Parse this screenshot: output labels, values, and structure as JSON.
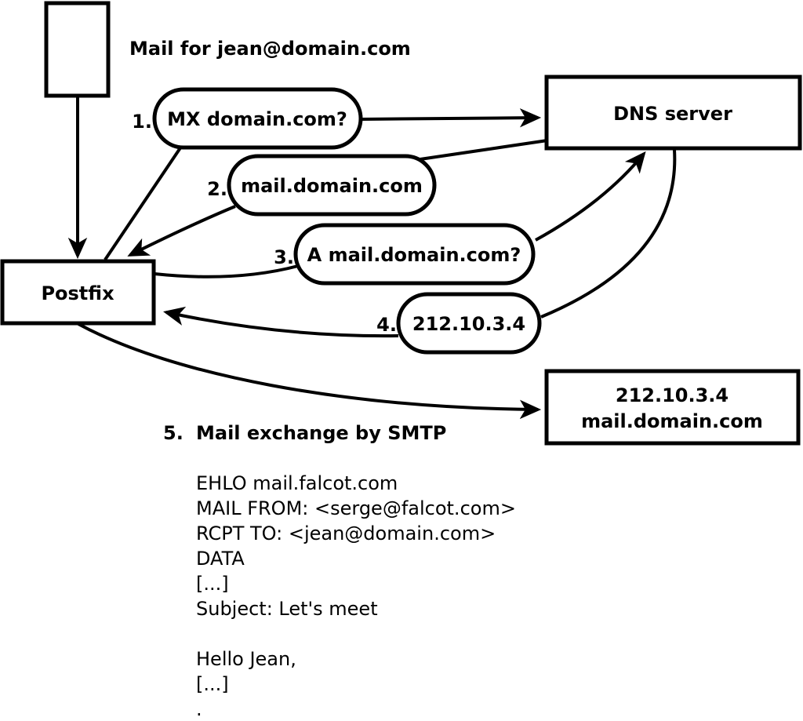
{
  "title_note": "Mail for jean@domain.com",
  "nodes": {
    "postfix_label": "Postfix",
    "dns_server_label": "DNS server",
    "mail_host": {
      "ip": "212.10.3.4",
      "hostname": "mail.domain.com"
    }
  },
  "steps": [
    {
      "num": "1.",
      "label": "MX domain.com?"
    },
    {
      "num": "2.",
      "label": "mail.domain.com"
    },
    {
      "num": "3.",
      "label": "A mail.domain.com?"
    },
    {
      "num": "4.",
      "label": "212.10.3.4"
    },
    {
      "num": "5.",
      "label": "Mail exchange by SMTP"
    }
  ],
  "smtp": {
    "lines": [
      "EHLO mail.falcot.com",
      "MAIL FROM: <serge@falcot.com>",
      "RCPT TO: <jean@domain.com>",
      "DATA",
      "[...]",
      "Subject: Let's meet",
      "",
      "Hello Jean,",
      "[...]",
      "."
    ]
  },
  "colors": {
    "ink": "#000000",
    "background": "#ffffff"
  }
}
